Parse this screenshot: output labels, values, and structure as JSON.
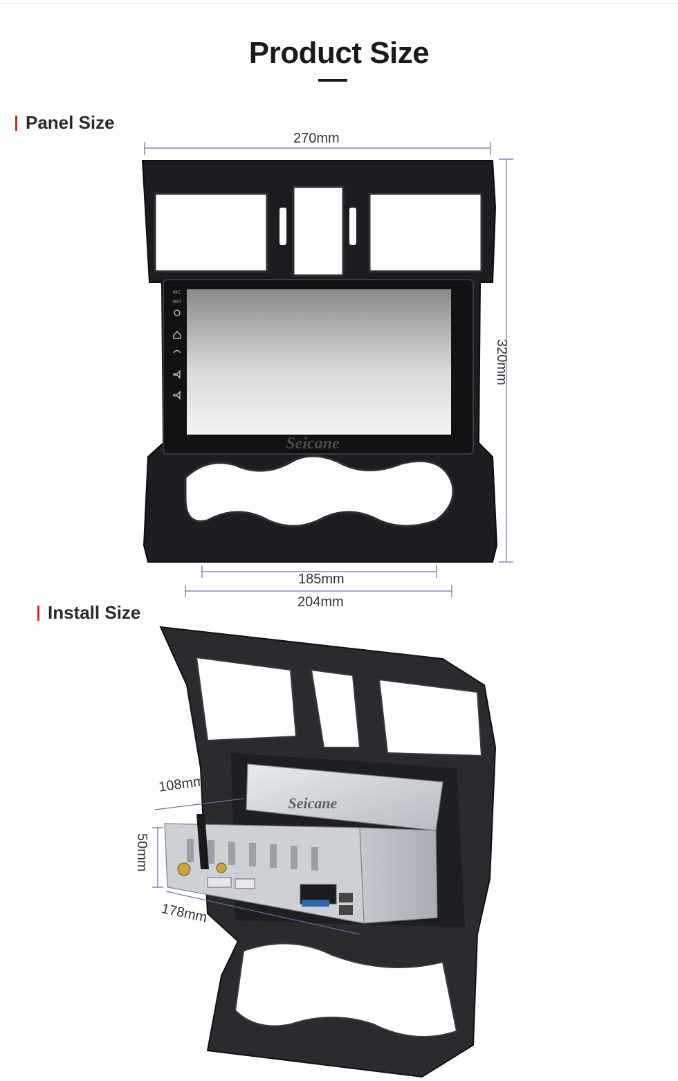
{
  "title": "Product Size",
  "panel_section": {
    "heading": "Panel Size",
    "width_label": "270mm",
    "height_label": "320mm",
    "inner_width_label": "185mm",
    "outer_width_label": "204mm",
    "side_labels": [
      "MIC",
      "RST"
    ]
  },
  "install_section": {
    "heading": "Install Size",
    "depth_label": "108mm",
    "height_label": "50mm",
    "width_label": "178mm"
  },
  "brand_watermark": "Seicane",
  "colors": {
    "accent_bar": "#d9261c",
    "dimension_line": "#6a6fa8",
    "bezel": "#1c1d20",
    "chassis": "#c9ced3"
  }
}
